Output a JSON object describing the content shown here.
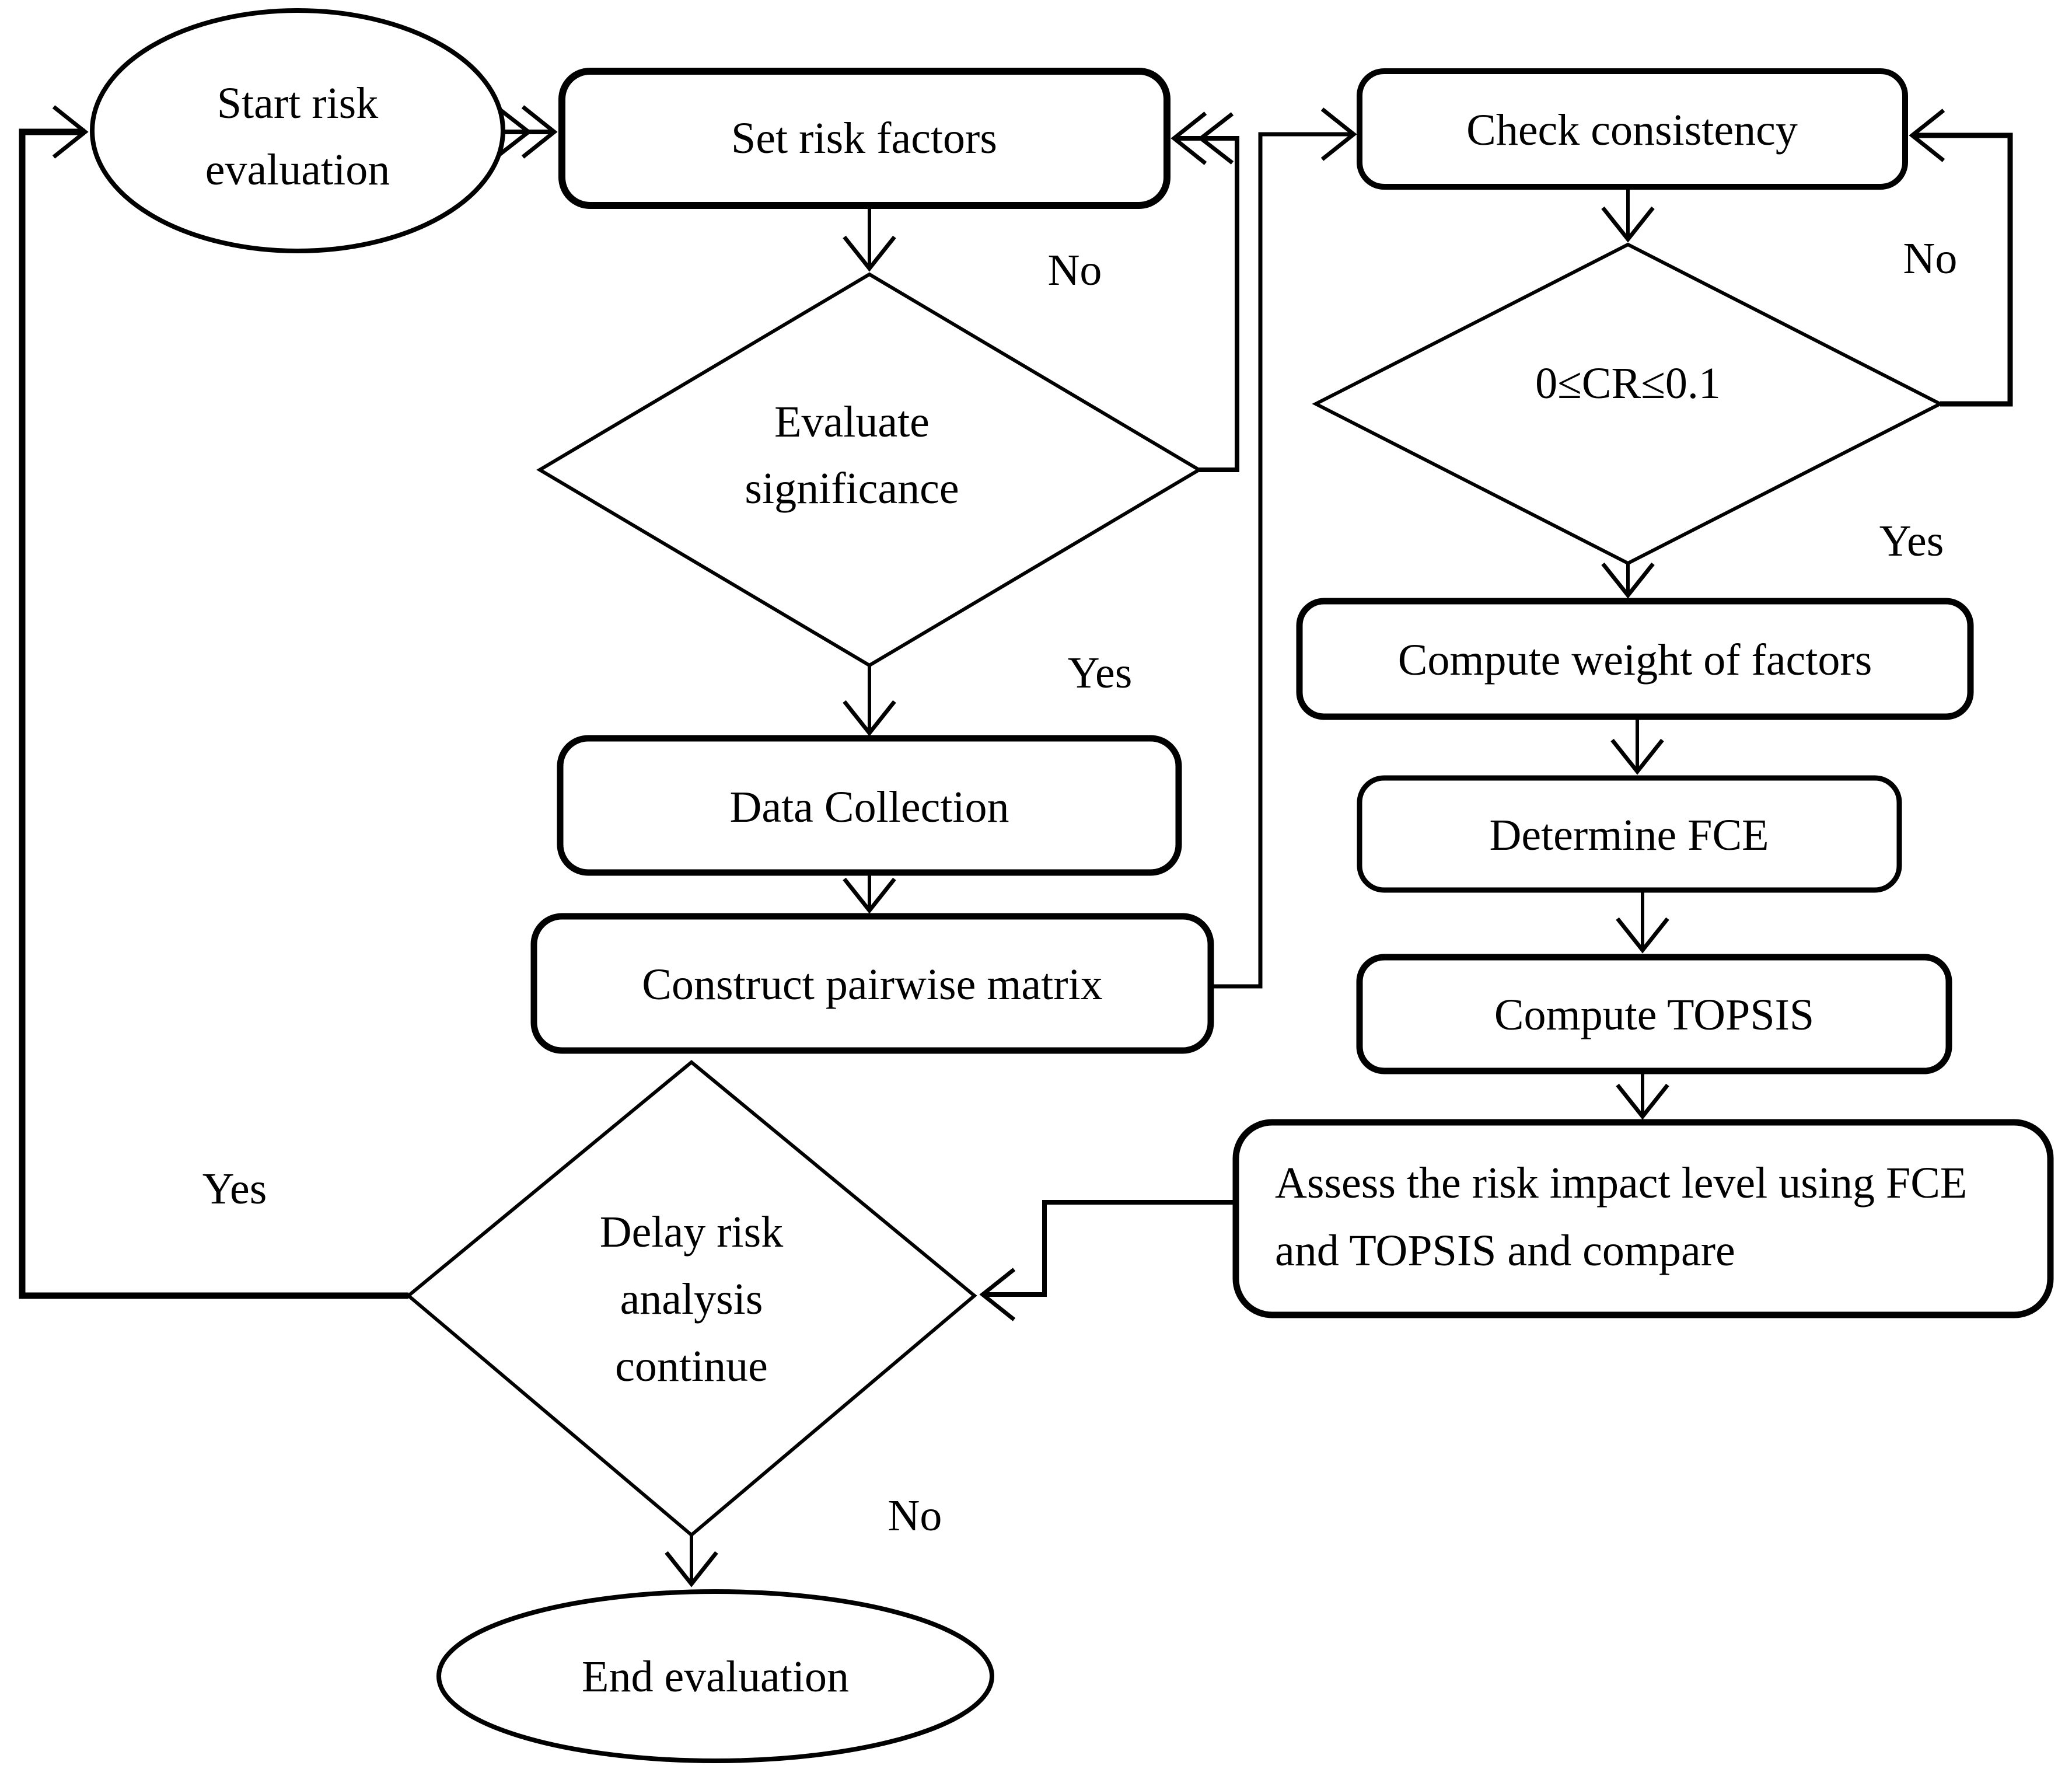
{
  "diagram": {
    "type": "flowchart",
    "subject": "Delay risk evaluation process using AHP, FCE and TOPSIS",
    "colors": {
      "stroke": "#000000",
      "fill": "#ffffff",
      "text": "#000000"
    },
    "nodes": {
      "start": {
        "shape": "ellipse",
        "line1": "Start risk",
        "line2": "evaluation"
      },
      "set_risk": {
        "shape": "rounded-rect",
        "label": "Set risk factors"
      },
      "evaluate": {
        "shape": "diamond",
        "line1": "Evaluate",
        "line2": "significance"
      },
      "data_collection": {
        "shape": "rounded-rect",
        "label": "Data Collection"
      },
      "construct_pairwise": {
        "shape": "rounded-rect",
        "label": "Construct pairwise matrix"
      },
      "check_consistency": {
        "shape": "rounded-rect",
        "label": "Check consistency"
      },
      "cr_condition": {
        "shape": "diamond",
        "label": "0≤CR≤0.1"
      },
      "compute_weight": {
        "shape": "rounded-rect",
        "label": "Compute weight of factors"
      },
      "determine_fce": {
        "shape": "rounded-rect",
        "label": "Determine FCE"
      },
      "compute_topsis": {
        "shape": "rounded-rect",
        "label": "Compute TOPSIS"
      },
      "assess": {
        "shape": "rounded-rect",
        "line1": "Assess the risk impact level using FCE",
        "line2": "and TOPSIS and compare"
      },
      "delay_risk": {
        "shape": "diamond",
        "line1": "Delay risk",
        "line2": "analysis",
        "line3": "continue"
      },
      "end": {
        "shape": "ellipse",
        "label": "End evaluation"
      }
    },
    "edge_labels": {
      "evaluate_no": "No",
      "evaluate_yes": "Yes",
      "cr_no": "No",
      "cr_yes": "Yes",
      "delay_yes": "Yes",
      "delay_no": "No"
    }
  }
}
